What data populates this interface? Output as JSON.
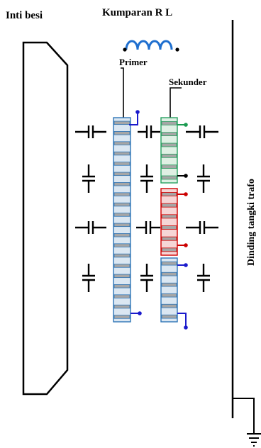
{
  "labels": {
    "core": "Inti besi",
    "coil": "Kumparan R L",
    "primary": "Primer",
    "secondary": "Sekunder",
    "tank_wall": "Dinding tangki trafo"
  },
  "colors": {
    "line": "#000000",
    "primary_winding": "#2e75b6",
    "primary_fill": "#dbe7f2",
    "segment_fill": "#a6a6a6",
    "secondary_top": "#27a060",
    "secondary_top_fill": "#dff0e4",
    "secondary_mid": "#d00000",
    "secondary_mid_fill": "#f6d6d6",
    "secondary_bottom": "#2e75b6",
    "terminal_blue": "#1a1acc",
    "terminal_green": "#1a9a50",
    "terminal_red": "#cc0000",
    "terminal_black": "#000000",
    "inductor": "#1f6fcf"
  },
  "icons": {
    "inductor": "inductor-coil-icon",
    "capacitor": "capacitor-icon",
    "ground": "ground-icon",
    "terminal": "terminal-dot-icon"
  },
  "diagram": {
    "primary_turns": 20,
    "secondary_top_turns": 6,
    "secondary_mid_turns": 6,
    "secondary_bottom_turns": 6,
    "capacitors_horizontal": 6,
    "capacitors_vertical": 6
  }
}
